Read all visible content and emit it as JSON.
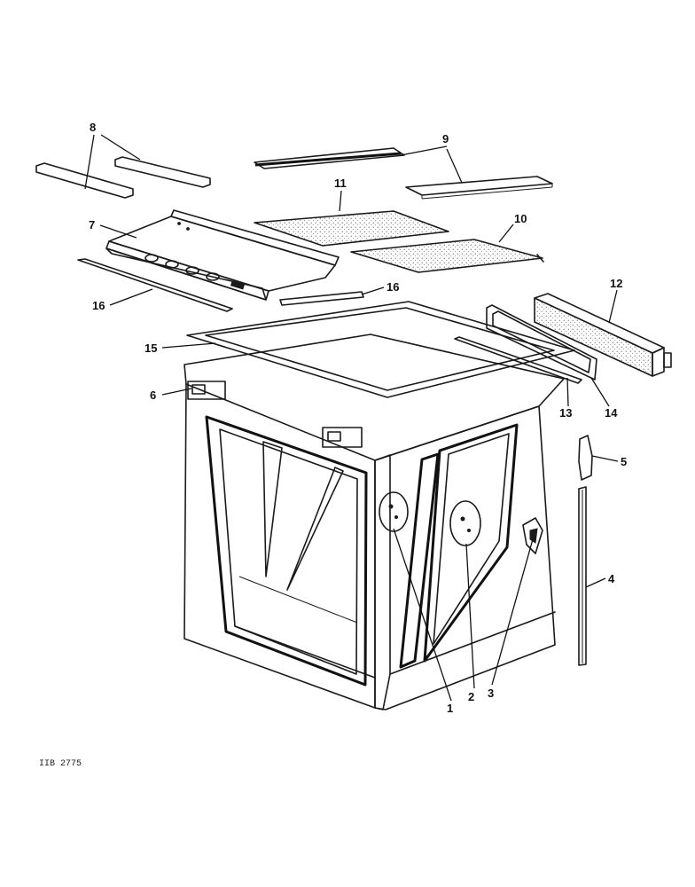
{
  "callouts": {
    "c1": "1",
    "c2": "2",
    "c3": "3",
    "c4": "4",
    "c5": "5",
    "c6": "6",
    "c7": "7",
    "c8": "8",
    "c9": "9",
    "c10": "10",
    "c11": "11",
    "c12": "12",
    "c13": "13",
    "c14": "14",
    "c15": "15",
    "c16a": "16",
    "c16b": "16"
  },
  "drawing_ref": "IIB 2775"
}
